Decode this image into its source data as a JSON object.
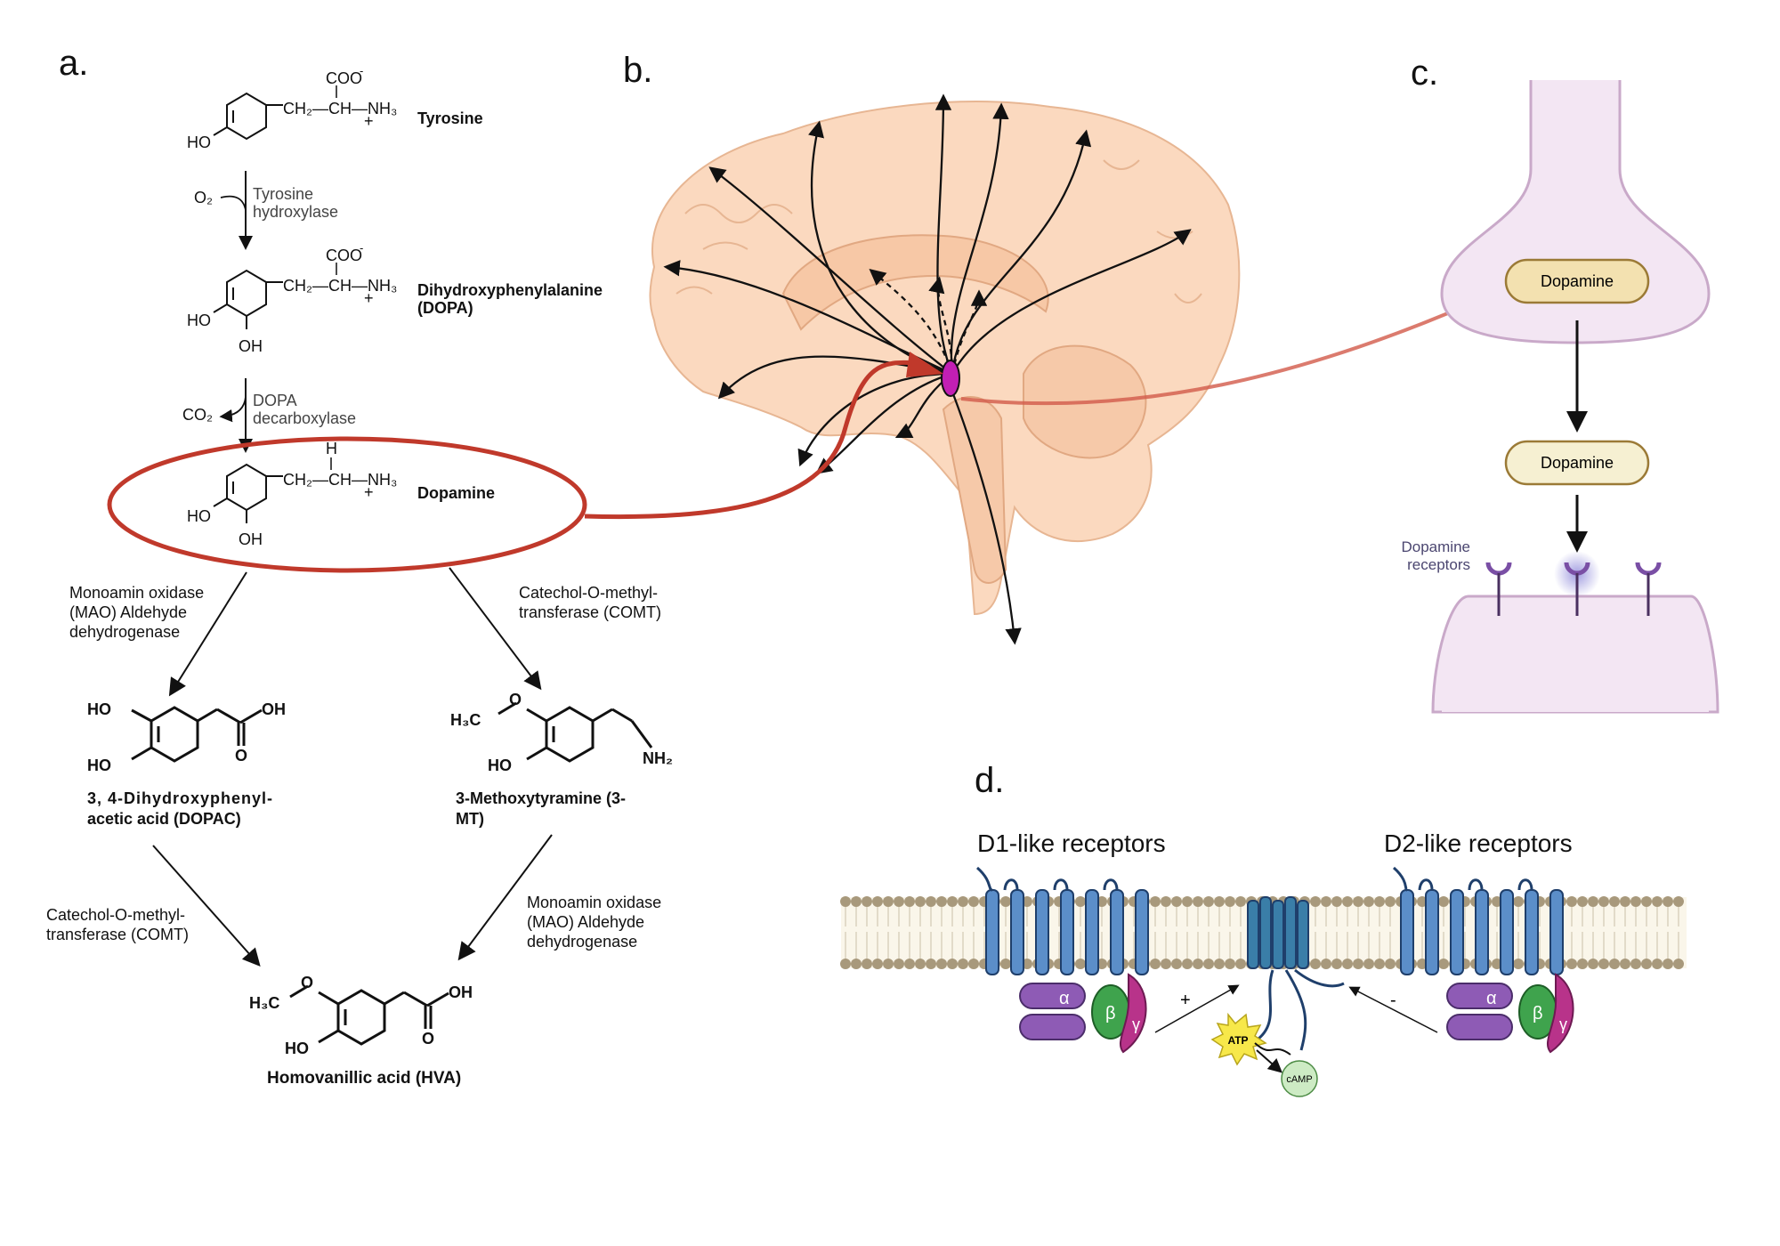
{
  "panels": {
    "a": "a.",
    "b": "b.",
    "c": "c.",
    "d": "d."
  },
  "panel_a": {
    "tyrosine": {
      "name": "Tyrosine",
      "coo": "COO",
      "coo_sup": "-",
      "chain": "CH₂—CH—NH₃",
      "plus": "+",
      "ho": "HO"
    },
    "step1": {
      "cofactor": "O₂",
      "enzyme_line1": "Tyrosine",
      "enzyme_line2": "hydroxylase"
    },
    "dopa": {
      "name_line1": "Dihydroxyphenylalanine",
      "name_line2": "(DOPA)",
      "coo": "COO",
      "coo_sup": "-",
      "chain": "CH₂—CH—NH₃",
      "plus": "+",
      "ho": "HO",
      "oh": "OH"
    },
    "step2": {
      "cofactor": "CO₂",
      "enzyme_line1": "DOPA",
      "enzyme_line2": "decarboxylase"
    },
    "dopamine": {
      "name": "Dopamine",
      "h": "H",
      "chain": "CH₂—CH—NH₃",
      "plus": "+",
      "ho": "HO",
      "oh": "OH"
    },
    "left_enzyme": [
      "Monoamin oxidase",
      "(MAO) Aldehyde",
      "dehydrogenase"
    ],
    "right_enzyme": [
      "Catechol-O-methyl-",
      "transferase (COMT)"
    ],
    "dopac": {
      "name_line1": "3, 4-Dihydroxyphenyl-",
      "name_line2": "acetic acid (DOPAC)",
      "ho1": "HO",
      "ho2": "HO",
      "oh": "OH",
      "o": "O"
    },
    "mt": {
      "name_line1": "3-Methoxytyramine (3-",
      "name_line2": "MT)",
      "h3c": "H₃C",
      "o": "O",
      "ho": "HO",
      "nh2": "NH₂"
    },
    "lower_left_enzyme": [
      "Catechol-O-methyl-",
      "transferase (COMT)"
    ],
    "lower_right_enzyme": [
      "Monoamin oxidase",
      "(MAO) Aldehyde",
      "dehydrogenase"
    ],
    "hva": {
      "name": "Homovanillic acid (HVA)",
      "h3c": "H₃C",
      "o": "O",
      "ho": "HO",
      "oh": "OH",
      "o2": "O"
    }
  },
  "panel_c": {
    "vesicle_label": "Dopamine",
    "released_label": "Dopamine",
    "receptors_label_line1": "Dopamine",
    "receptors_label_line2": "receptors"
  },
  "panel_d": {
    "d1_title": "D1-like receptors",
    "d2_title": "D2-like receptors",
    "alpha": "α",
    "beta": "β",
    "gamma": "γ",
    "plus_sign": "+",
    "minus_sign": "-",
    "atp": "ATP",
    "camp": "cAMP"
  },
  "colors": {
    "highlight_red": "#c0392b",
    "brain_fill": "#fbd9bf",
    "receptor_blue": "#5b8ec9",
    "alpha_purple": "#8e5bb5",
    "beta_green": "#3fa34d",
    "gamma_magenta": "#b8338a",
    "synapse_pink": "#f3e6f3",
    "dopamine_pill": "#f3e1b0"
  }
}
